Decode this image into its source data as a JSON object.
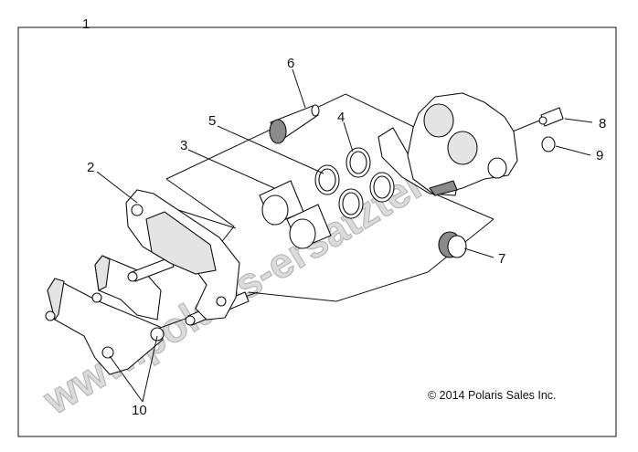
{
  "diagram": {
    "callouts": [
      {
        "id": "1",
        "label": "1"
      },
      {
        "id": "2",
        "label": "2"
      },
      {
        "id": "3",
        "label": "3"
      },
      {
        "id": "4",
        "label": "4"
      },
      {
        "id": "5",
        "label": "5"
      },
      {
        "id": "6",
        "label": "6"
      },
      {
        "id": "7",
        "label": "7"
      },
      {
        "id": "8",
        "label": "8"
      },
      {
        "id": "9",
        "label": "9"
      },
      {
        "id": "10",
        "label": "10"
      }
    ],
    "copyright": "© 2014 Polaris Sales Inc.",
    "watermark": "www.polaris-ersatzteile.de",
    "colors": {
      "line": "#111111",
      "background": "#ffffff",
      "watermark": "#bebebe"
    }
  }
}
